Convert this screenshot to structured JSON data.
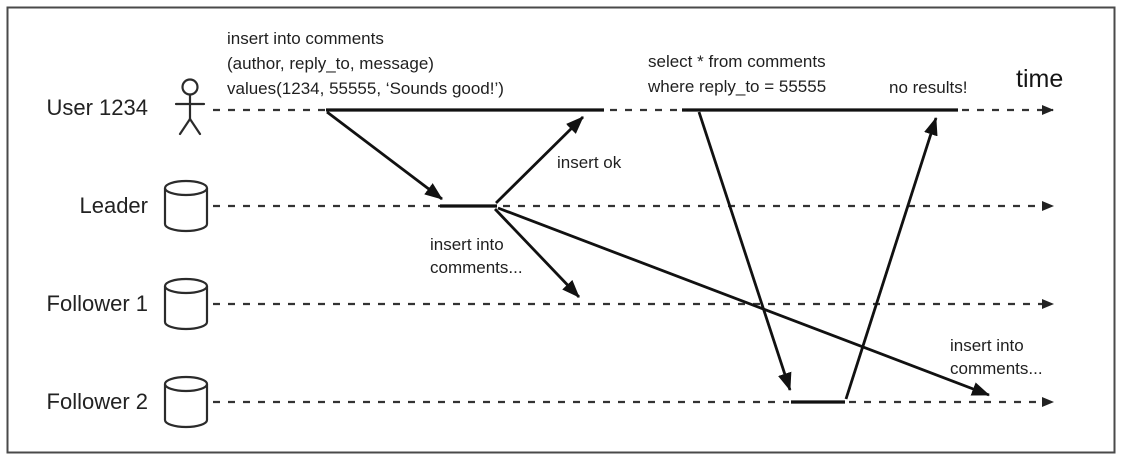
{
  "diagram": {
    "time_axis_label": "time",
    "lanes": [
      {
        "id": "user",
        "label": "User 1234",
        "icon": "person-icon"
      },
      {
        "id": "leader",
        "label": "Leader",
        "icon": "database-icon"
      },
      {
        "id": "follower1",
        "label": "Follower 1",
        "icon": "database-icon"
      },
      {
        "id": "follower2",
        "label": "Follower 2",
        "icon": "database-icon"
      }
    ],
    "annotations": {
      "insert_query_lines": [
        "insert into comments",
        "(author, reply_to, message)",
        "values(1234, 55555, ‘Sounds good!’)"
      ],
      "select_query_lines": [
        "select * from comments",
        "where reply_to = 55555"
      ],
      "insert_ok": "insert ok",
      "no_results": "no results!",
      "replicate_follower1_lines": [
        "insert into",
        "comments..."
      ],
      "replicate_follower2_lines": [
        "insert into",
        "comments..."
      ]
    },
    "colors": {
      "ink": "#1f1f1f",
      "line": "#111111",
      "dashed_line": "#333333",
      "border": "#4a4a4a",
      "background": "#ffffff"
    }
  }
}
